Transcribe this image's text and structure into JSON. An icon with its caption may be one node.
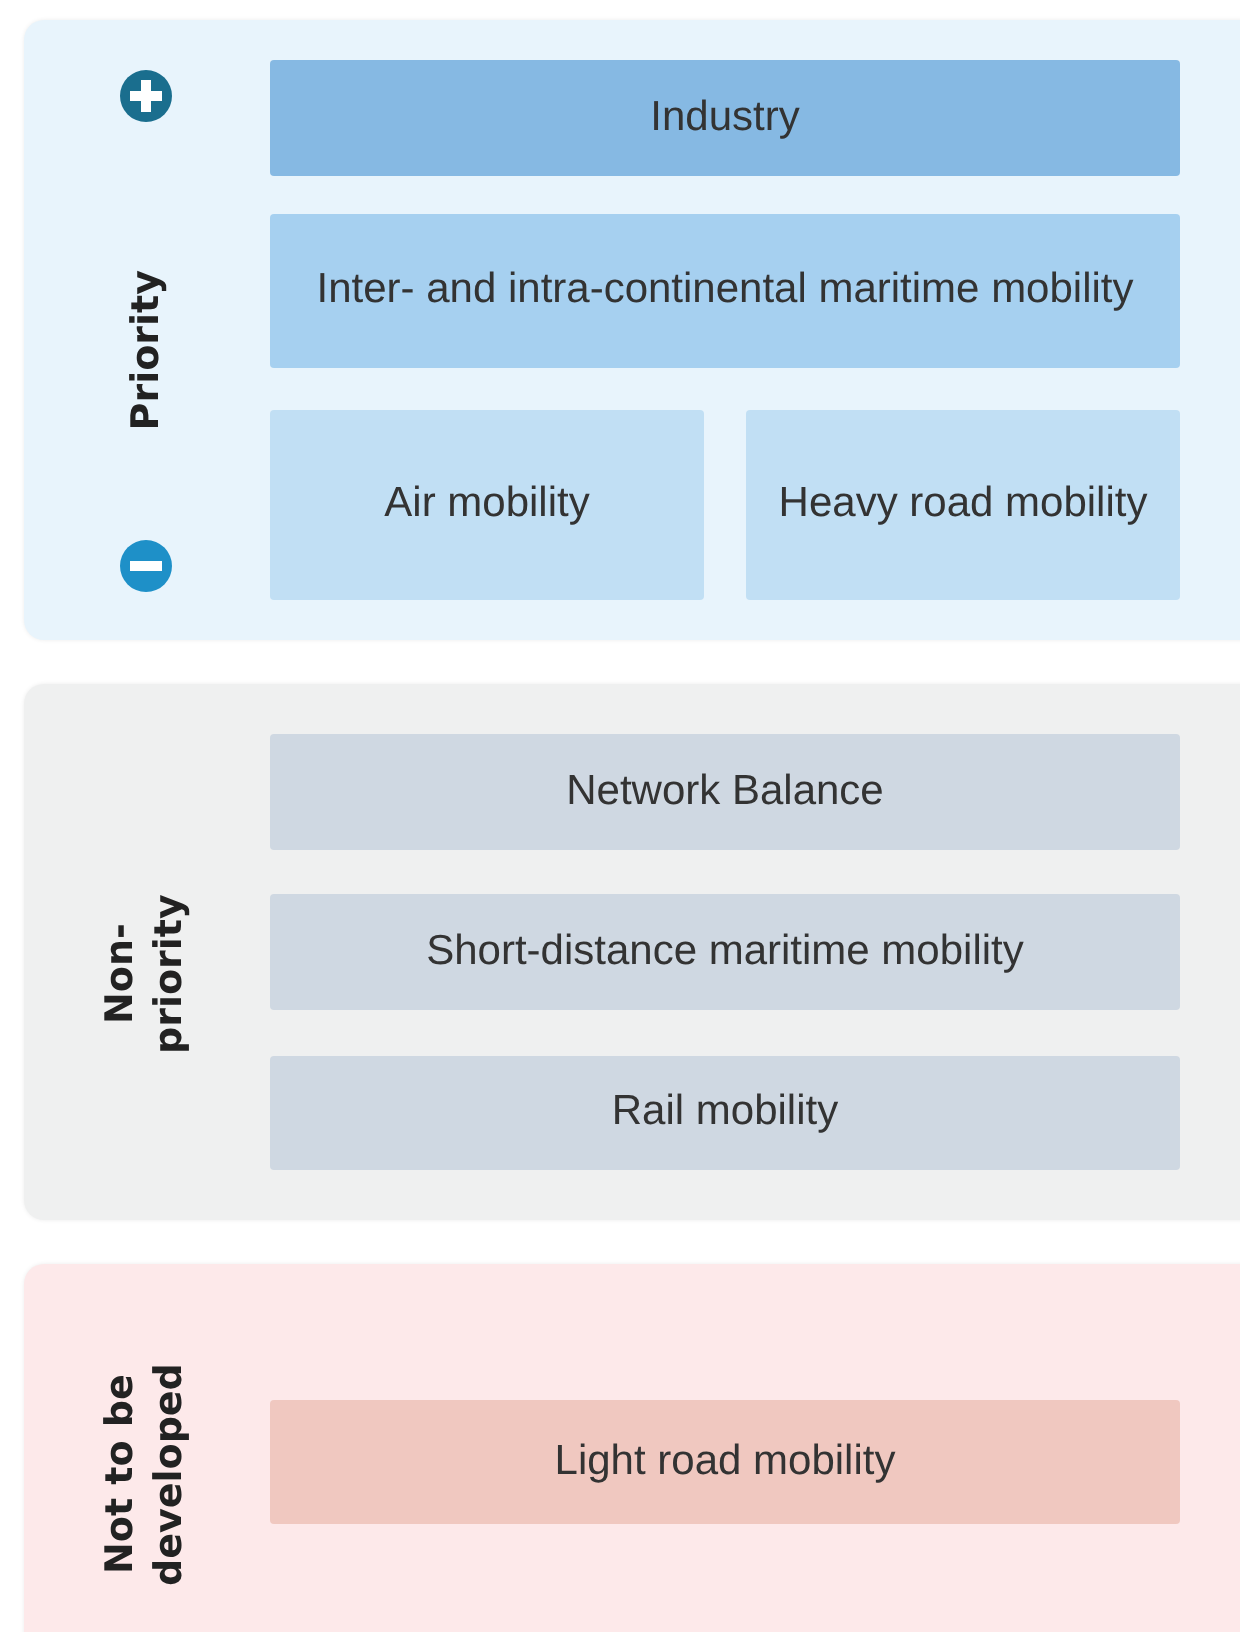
{
  "diagram": {
    "nodes": [
      {
        "text": [
          "Priority"
        ]
      },
      {
        "text": [
          "Industry"
        ],
        "in": 0
      },
      {
        "text": [
          "Inter- and intra-continental maritime mobility"
        ],
        "in": 0
      },
      {
        "text": [
          "Air mobility"
        ],
        "in": 0
      },
      {
        "text": [
          "Heavy road mobility"
        ],
        "in": 0
      },
      {
        "text": [
          "Non- priority"
        ]
      },
      {
        "text": [
          "Network Balance"
        ],
        "in": 5
      },
      {
        "text": [
          "Short-distance maritime mobility"
        ],
        "in": 5
      },
      {
        "text": [
          "Rail mobility"
        ],
        "in": 5
      },
      {
        "text": [
          "Not to be developed"
        ]
      },
      {
        "text": [
          "Light road mobility"
        ],
        "in": 9
      }
    ]
  }
}
